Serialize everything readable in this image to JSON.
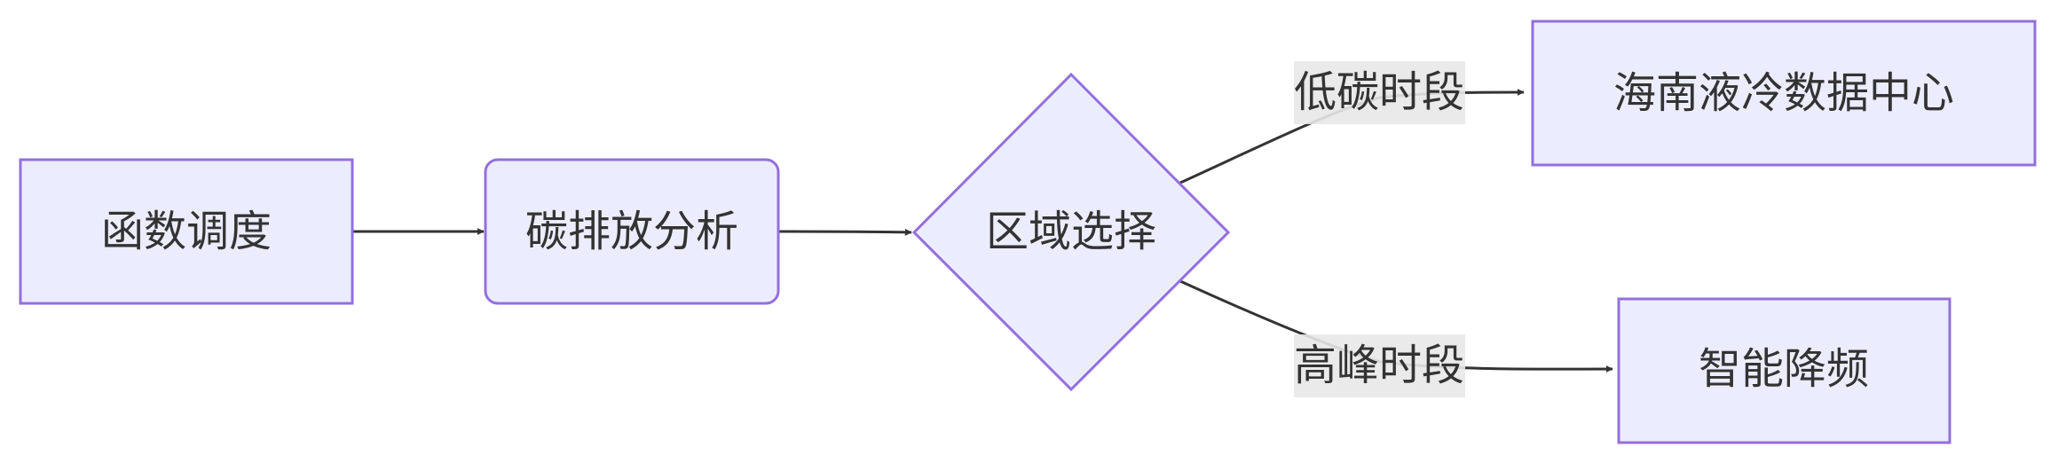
{
  "diagram": {
    "nodes": {
      "dispatch": "函数调度",
      "carbon_analysis": "碳排放分析",
      "region_select": "区域选择",
      "hainan_dc": "海南液冷数据中心",
      "smart_throttle": "智能降频"
    },
    "edges": {
      "low_carbon": "低碳时段",
      "peak": "高峰时段"
    }
  },
  "colors": {
    "node_fill": "#ECECFF",
    "node_stroke": "#9370DB",
    "edge_stroke": "#333333",
    "label_bg": "#E8E8E8",
    "text": "#333333"
  }
}
